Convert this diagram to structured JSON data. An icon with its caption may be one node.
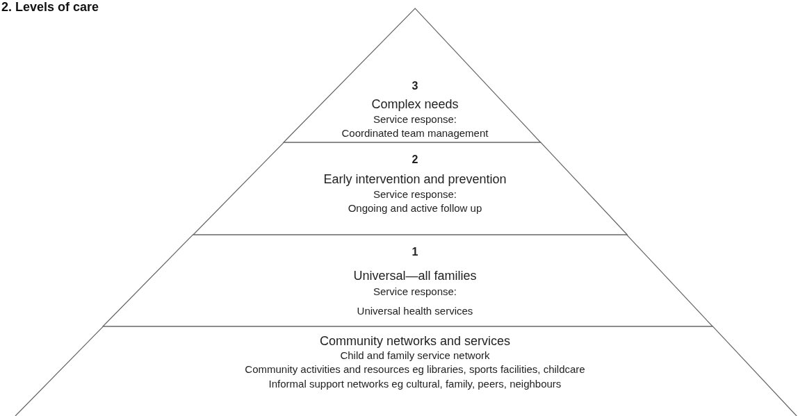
{
  "diagram": {
    "title": "2. Levels of care",
    "nodes": [
      {
        "text": [
          "3",
          "Complex needs",
          "Service response:",
          "Coordinated team management"
        ]
      },
      {
        "text": [
          "2",
          "Early intervention and prevention",
          "Service response:",
          "Ongoing and active follow up"
        ]
      },
      {
        "text": [
          "1",
          "Universal—all families",
          "Service response:",
          "Universal health services"
        ]
      },
      {
        "text": [
          "Community networks and services",
          "Child and family service network",
          "Community activities and resources eg libraries, sports facilities, childcare",
          "Informal support networks eg cultural, family, peers, neighbours"
        ]
      }
    ]
  }
}
